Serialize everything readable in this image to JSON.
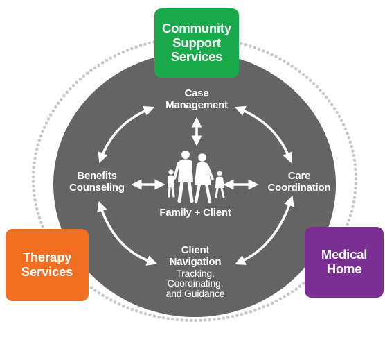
{
  "outer_boxes": {
    "community": {
      "lines": [
        "Community",
        "Support",
        "Services"
      ],
      "color": "#1aaa4b"
    },
    "therapy": {
      "lines": [
        "Therapy",
        "Services"
      ],
      "color": "#f26f21"
    },
    "medical": {
      "lines": [
        "Medical",
        "Home"
      ],
      "color": "#7a2f93"
    }
  },
  "nodes": {
    "case_management": {
      "lines": [
        "Case",
        "Management"
      ]
    },
    "benefits": {
      "lines": [
        "Benefits",
        "Counseling"
      ]
    },
    "care_coordination": {
      "lines": [
        "Care",
        "Coordination"
      ]
    },
    "family_client": {
      "label": "Family + Client"
    },
    "client_navigation": {
      "lines": [
        "Client",
        "Navigation"
      ],
      "sub_lines": [
        "Tracking,",
        "Coordinating,",
        "and Guidance"
      ]
    }
  },
  "colors": {
    "ellipse": "#646464",
    "dotted_ring": "#c8c8c8",
    "text_on_dark": "#ffffff"
  },
  "icons": [
    "family-silhouette-icon"
  ]
}
